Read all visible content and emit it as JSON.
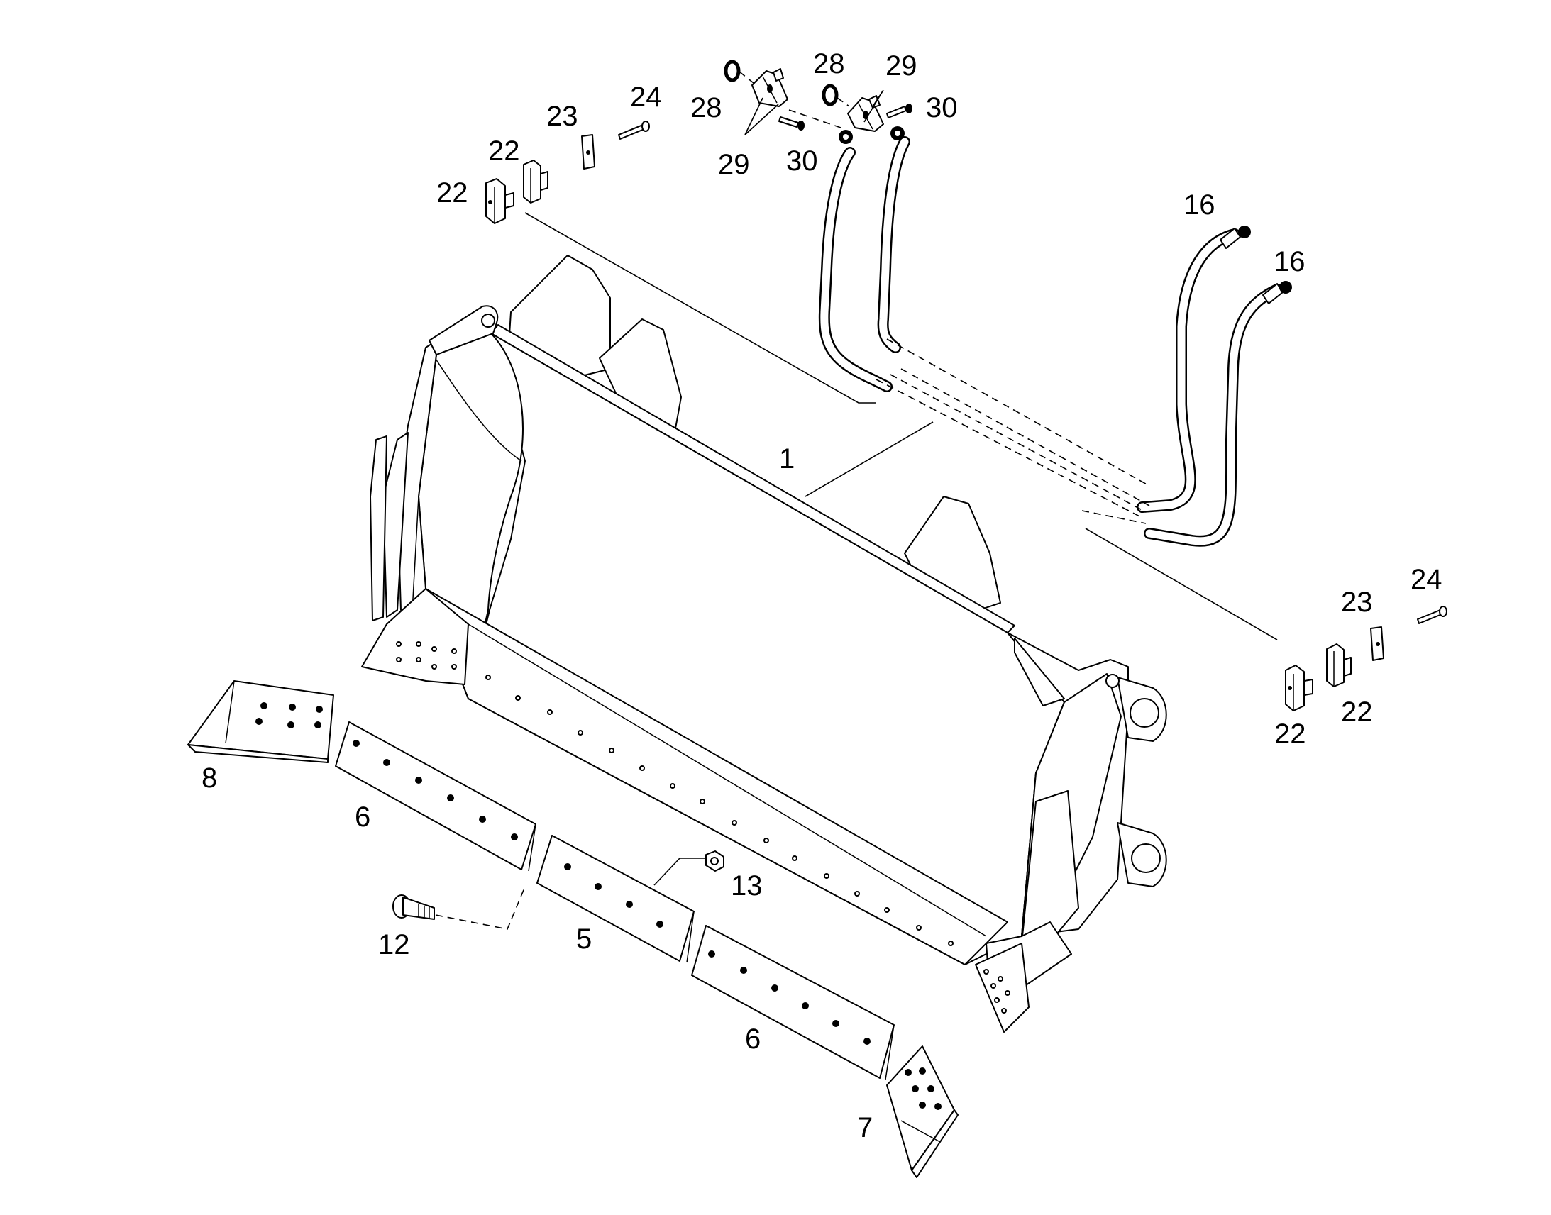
{
  "diagram": {
    "callouts": {
      "c1": "1",
      "c5": "5",
      "c6a": "6",
      "c6b": "6",
      "c7": "7",
      "c8": "8",
      "c12": "12",
      "c13": "13",
      "c16a": "16",
      "c16b": "16",
      "c22a": "22",
      "c22b": "22",
      "c22c": "22",
      "c22d": "22",
      "c23a": "23",
      "c23b": "23",
      "c24a": "24",
      "c24b": "24",
      "c28a": "28",
      "c28b": "28",
      "c29a": "29",
      "c29b": "29",
      "c30a": "30",
      "c30b": "30"
    }
  }
}
